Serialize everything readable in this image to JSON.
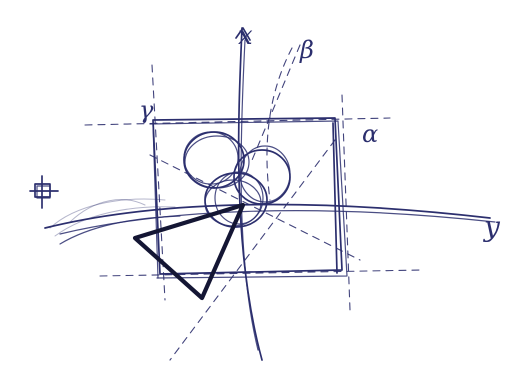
{
  "sketch": {
    "labels": {
      "x_axis": "x",
      "y_axis": "y",
      "alpha": "α",
      "beta": "β",
      "gamma": "γ"
    },
    "ink_color": "#2c2f6e",
    "ink_dark_color": "#141634",
    "background_color": "#ffffff"
  }
}
